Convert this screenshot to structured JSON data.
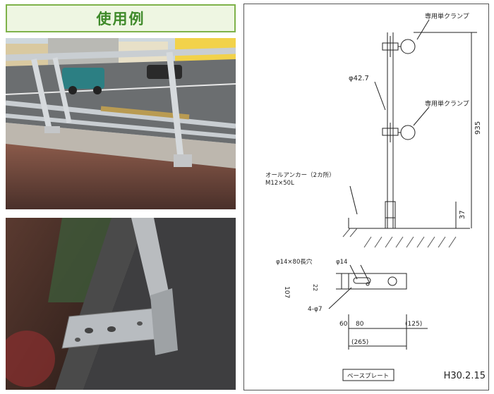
{
  "header": {
    "title": "使用例"
  },
  "drawing": {
    "clamp_label_top": "専用単クランプ",
    "clamp_label_mid": "専用単クランプ",
    "pipe_diameter": "φ42.7",
    "height_dim": "935",
    "base_dim": "37",
    "anchor_label_line1": "オールアンカー（2カ所）",
    "anchor_label_line2": "M12×50L",
    "slot_label": "φ14×80長穴",
    "hole_label": "φ14",
    "hole_count_label": "4-φ7",
    "width_dim": "107",
    "inner_dim": "22",
    "dim_60": "60",
    "dim_80": "80",
    "dim_125": "(125)",
    "dim_265": "(265)",
    "baseplate_label": "ベースプレート"
  },
  "footer": {
    "date": "H30.2.15"
  }
}
